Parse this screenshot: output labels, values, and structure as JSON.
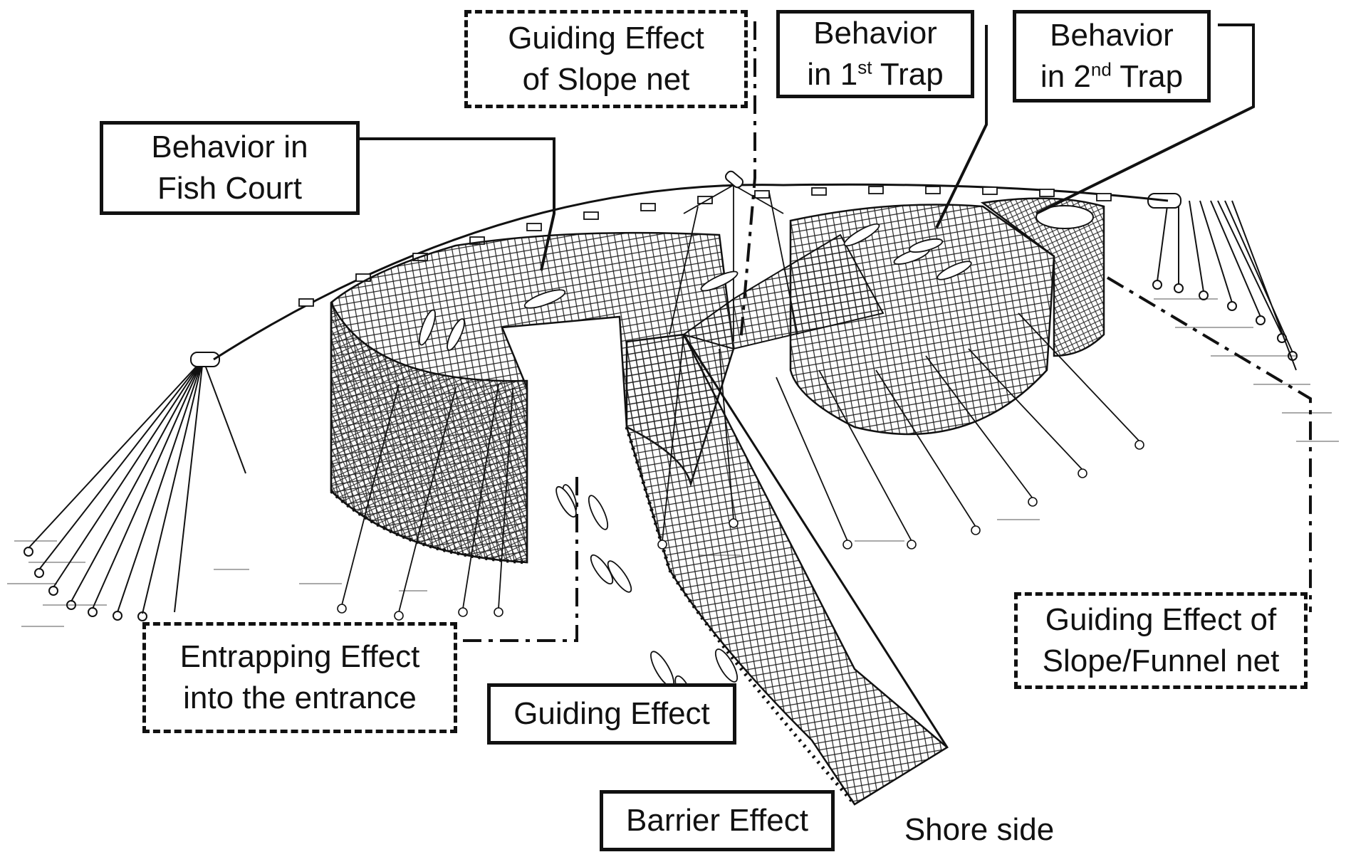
{
  "labels": {
    "slope_guiding": {
      "line1": "Guiding Effect",
      "line2": "of Slope net"
    },
    "first_trap": {
      "line1": "Behavior",
      "line2_pre": "in 1",
      "line2_sup": "st",
      "line2_post": " Trap"
    },
    "second_trap": {
      "line1": "Behavior",
      "line2_pre": "in 2",
      "line2_sup": "nd",
      "line2_post": " Trap"
    },
    "fish_court": {
      "line1": "Behavior in",
      "line2": "Fish Court"
    },
    "funnel_guiding": {
      "line1": "Guiding Effect of",
      "line2": "Slope/Funnel net"
    },
    "entrapping": {
      "line1": "Entrapping Effect",
      "line2": "into the entrance"
    },
    "guiding": {
      "text": "Guiding Effect"
    },
    "barrier": {
      "text": "Barrier Effect"
    },
    "shore": {
      "text": "Shore side"
    }
  },
  "colors": {
    "ink": "#111111",
    "background": "#ffffff"
  }
}
